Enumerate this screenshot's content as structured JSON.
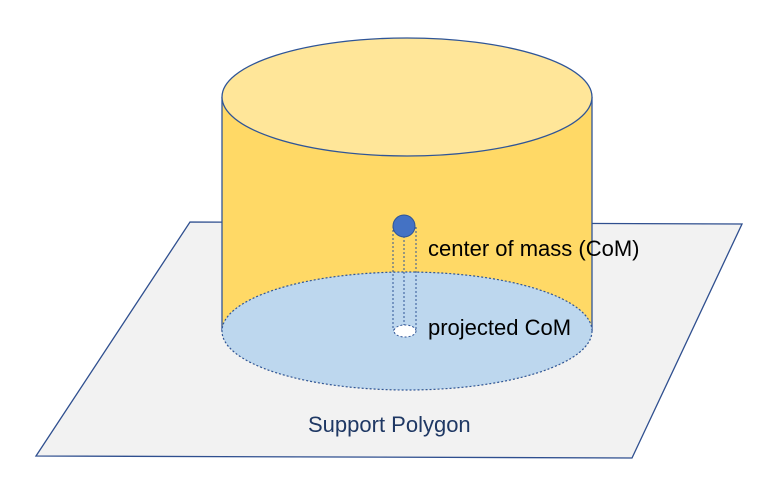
{
  "labels": {
    "com": "center of mass (CoM)",
    "projected_com": "projected CoM",
    "support_polygon": "Support Polygon"
  },
  "colors": {
    "plane_fill": "#f2f2f2",
    "plane_stroke": "#2f4f8f",
    "cylinder_side": "#ffd966",
    "cylinder_top": "#ffe699",
    "cylinder_stroke": "#2f5597",
    "base_fill": "#bdd7ee",
    "com_dot": "#4472c4",
    "text_dark": "#000000",
    "text_blue": "#1f3864"
  }
}
